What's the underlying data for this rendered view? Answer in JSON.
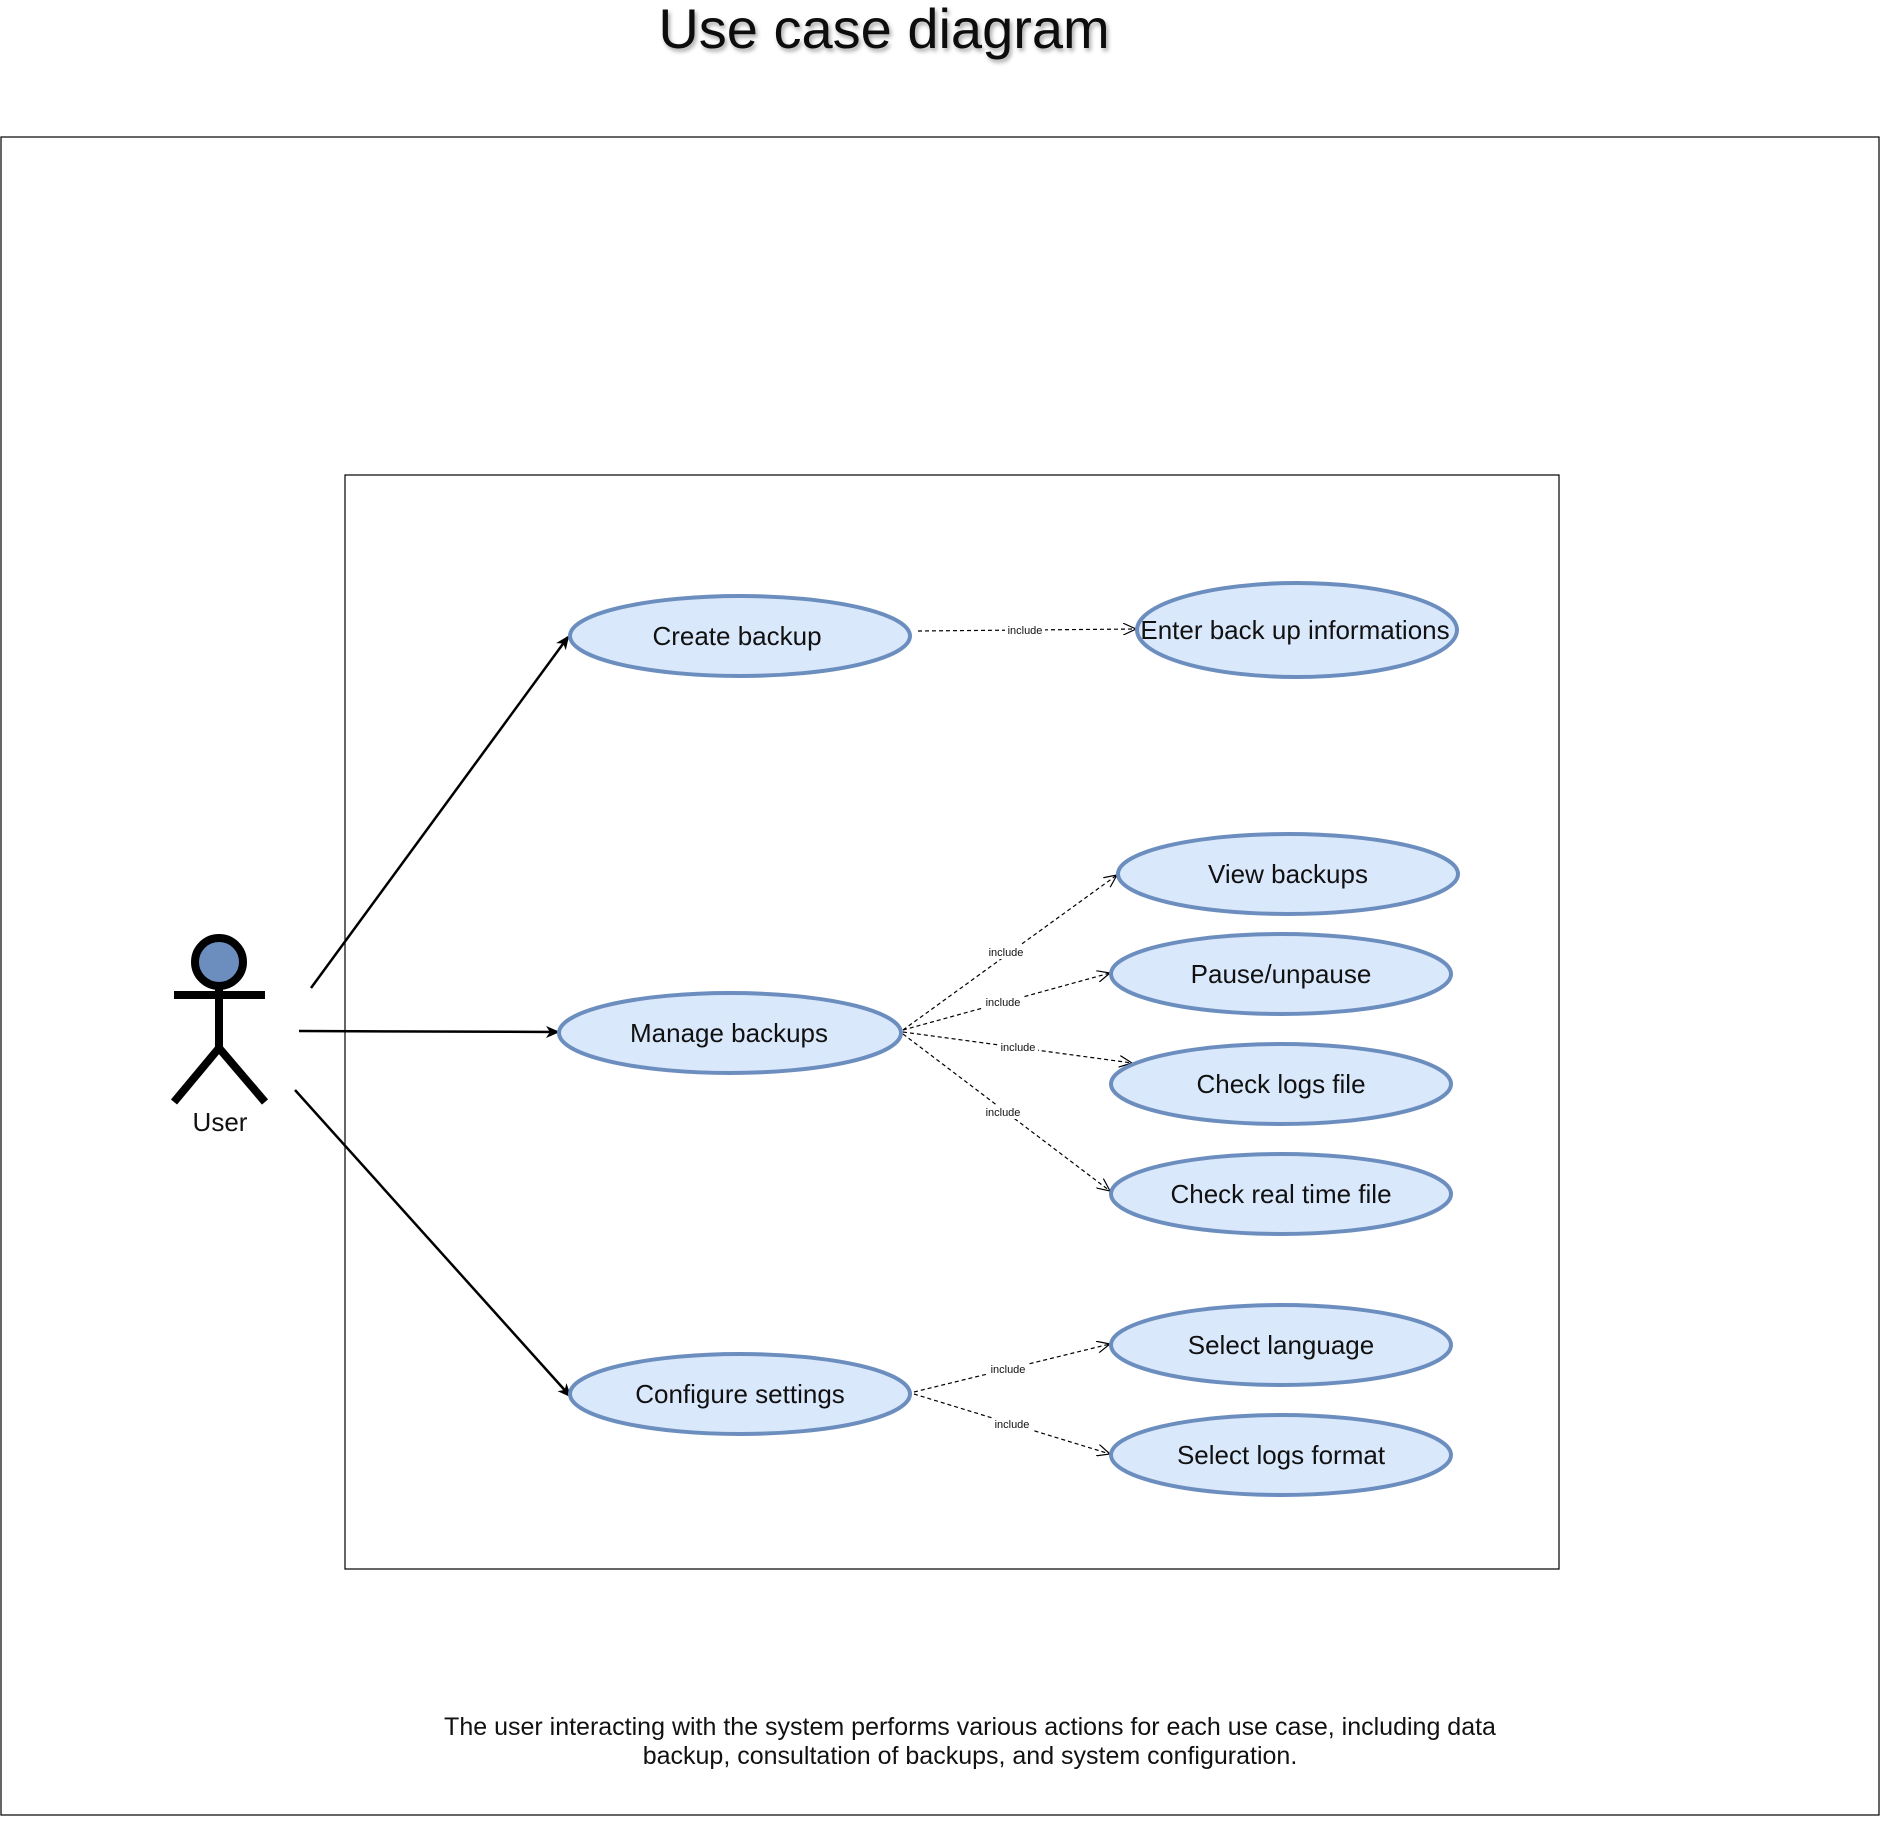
{
  "title": "Use case diagram",
  "actor": {
    "label": "User",
    "head_color": "#6c8ebf"
  },
  "colors": {
    "usecase_fill": "#dae8fc",
    "usecase_stroke": "#6c8ebf",
    "line": "#000000"
  },
  "use_cases": {
    "create_backup": "Create backup",
    "enter_backup_info": "Enter back up informations",
    "manage_backups": "Manage backups",
    "view_backups": "View backups",
    "pause_unpause": "Pause/unpause",
    "check_logs_file": "Check logs file",
    "check_realtime_file": "Check real time file",
    "configure_settings": "Configure settings",
    "select_language": "Select language",
    "select_logs_format": "Select logs format"
  },
  "relationships": {
    "include_label": "include",
    "associations": [
      {
        "from": "User",
        "to": "Create backup"
      },
      {
        "from": "User",
        "to": "Manage backups"
      },
      {
        "from": "User",
        "to": "Configure settings"
      }
    ],
    "includes": [
      {
        "from": "Create backup",
        "to": "Enter back up informations"
      },
      {
        "from": "Manage backups",
        "to": "View backups"
      },
      {
        "from": "Manage backups",
        "to": "Pause/unpause"
      },
      {
        "from": "Manage backups",
        "to": "Check logs file"
      },
      {
        "from": "Manage backups",
        "to": "Check real time file"
      },
      {
        "from": "Configure settings",
        "to": "Select language"
      },
      {
        "from": "Configure settings",
        "to": "Select logs format"
      }
    ]
  },
  "caption": {
    "line1": "The user interacting with the system performs various actions for each use case, including data",
    "line2": "backup, consultation of backups, and system configuration."
  }
}
